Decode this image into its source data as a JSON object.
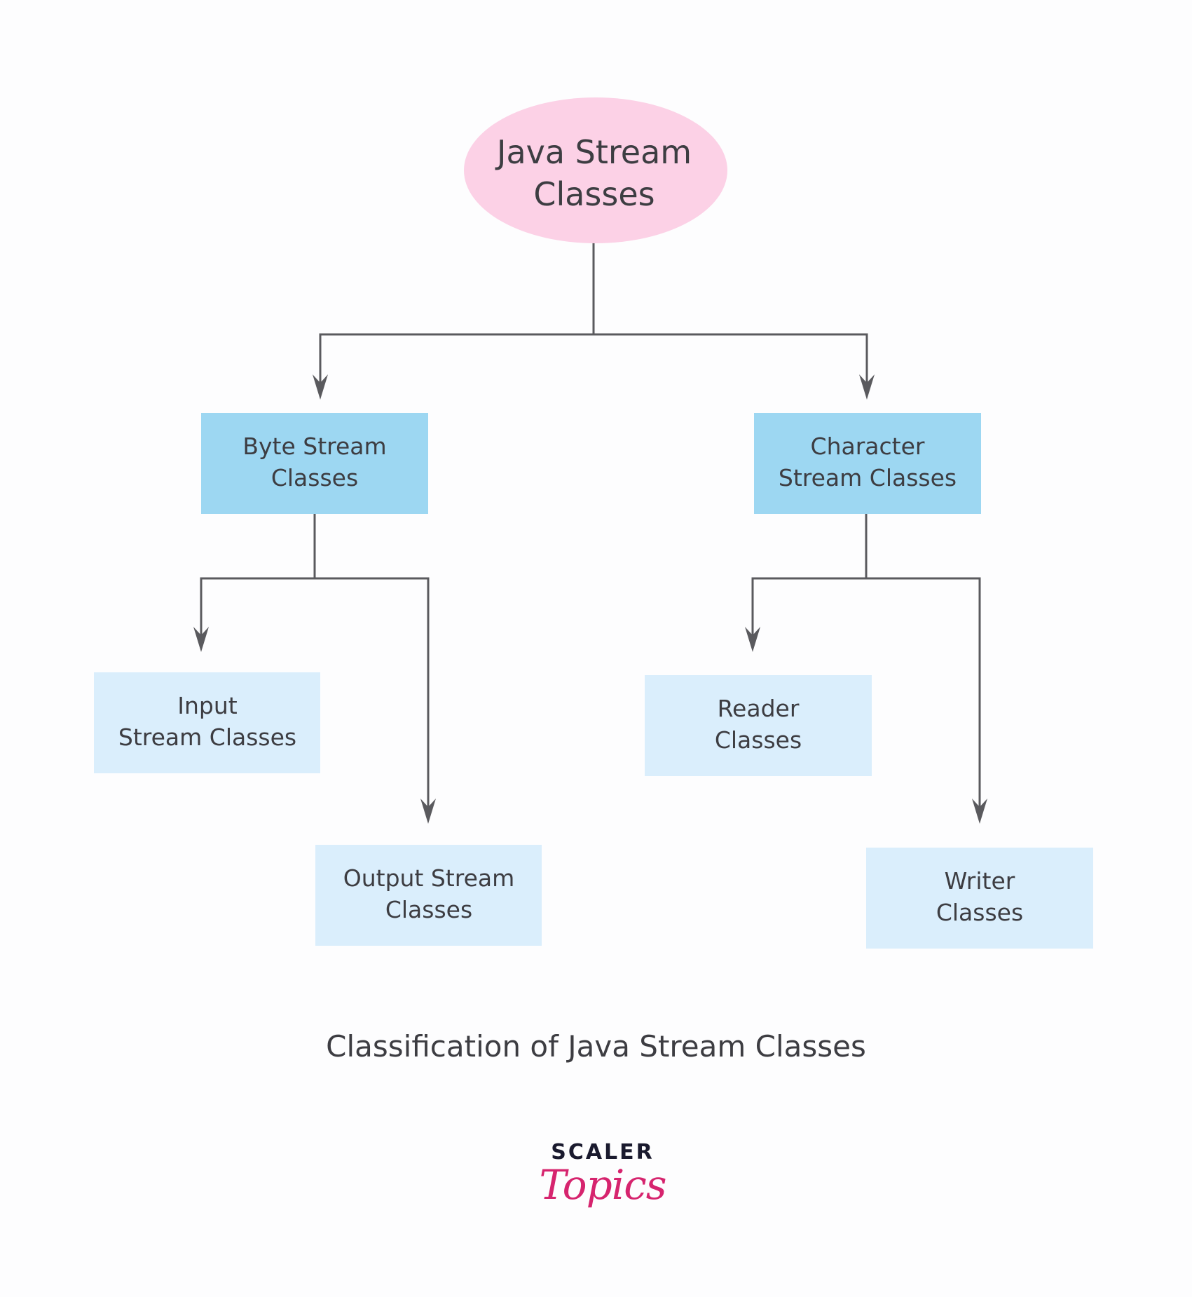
{
  "colors": {
    "root_fill": "#fcd1e6",
    "level1_fill": "#9dd7f2",
    "level2_fill": "#daeefc",
    "edge": "#5a5a5e",
    "text": "#3d3d42",
    "logo_accent": "#d6246e"
  },
  "diagram": {
    "root": {
      "label_lines": [
        "Java Stream",
        "Classes"
      ]
    },
    "nodes": [
      {
        "id": "byte",
        "label_lines": [
          "Byte Stream",
          "Classes"
        ]
      },
      {
        "id": "character",
        "label_lines": [
          "Character",
          "Stream Classes"
        ]
      },
      {
        "id": "input",
        "label_lines": [
          "Input",
          "Stream Classes"
        ]
      },
      {
        "id": "output",
        "label_lines": [
          "Output Stream",
          "Classes"
        ]
      },
      {
        "id": "reader",
        "label_lines": [
          "Reader",
          "Classes"
        ]
      },
      {
        "id": "writer",
        "label_lines": [
          "Writer",
          "Classes"
        ]
      }
    ],
    "edges": [
      {
        "from": "root",
        "to": "byte"
      },
      {
        "from": "root",
        "to": "character"
      },
      {
        "from": "byte",
        "to": "input"
      },
      {
        "from": "byte",
        "to": "output"
      },
      {
        "from": "character",
        "to": "reader"
      },
      {
        "from": "character",
        "to": "writer"
      }
    ]
  },
  "caption": "Classification of Java Stream Classes",
  "logo": {
    "top": "SCALER",
    "bottom": "Topics"
  }
}
